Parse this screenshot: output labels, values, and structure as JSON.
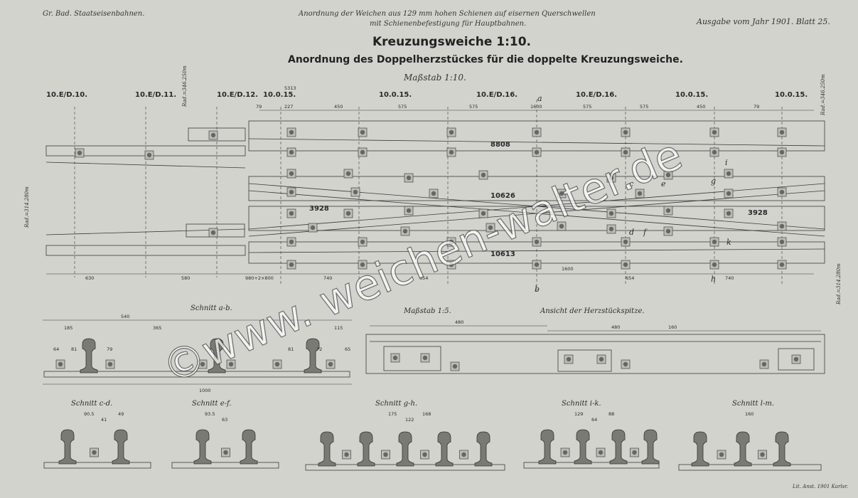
{
  "header": {
    "left": "Gr. Bad. Staatseisenbahnen.",
    "center_line1": "Anordnung der Weichen aus 129 mm hohen Schienen auf eisernen Querschwellen",
    "center_line2": "mit Schienenbefestigung für Hauptbahnen.",
    "right": "Ausgabe vom Jahr 1901. Blatt 25."
  },
  "title": "Kreuzungsweiche 1:10.",
  "subtitle": "Anordnung des Doppelherzstückes für die doppelte Kreuzungsweiche.",
  "scale_main": "Maßstab 1:10.",
  "sleeper_labels": [
    "10.E/D.10.",
    "10.E/D.11.",
    "10.E/D.12.",
    "10.0.15.",
    "10.0.15.",
    "10.E/D.16.",
    "10.E/D.16.",
    "10.0.15.",
    "10.0.15."
  ],
  "section_marks": [
    "a",
    "b",
    "c",
    "e",
    "d",
    "f",
    "g",
    "h",
    "i",
    "k"
  ],
  "part_numbers": [
    "8808",
    "3928",
    "10626",
    "10613",
    "3928"
  ],
  "dims_top": [
    "5313",
    "79",
    "227",
    "450",
    "575",
    "575",
    "1600",
    "575",
    "575",
    "450",
    "79"
  ],
  "dims_bottom": [
    "630",
    "580",
    "980+2×800",
    "740",
    "654",
    "654",
    "740",
    "1600"
  ],
  "radius_labels": [
    "Rad.=346.250m",
    "Rad.=346.250m",
    "Rad.=314.280m",
    "Rad.=314.280m"
  ],
  "schnitt_ab": {
    "title": "Schnitt a-b.",
    "dims": [
      "540",
      "185",
      "365",
      "115",
      "64",
      "81",
      "79",
      "81",
      "72",
      "65",
      "1000"
    ]
  },
  "herz": {
    "scale": "Maßstab 1:5.",
    "title": "Ansicht der Herzstückspitze.",
    "dims": [
      "480",
      "480",
      "160"
    ]
  },
  "sections": [
    {
      "title": "Schnitt c-d.",
      "dims": [
        "90.5",
        "41",
        "49"
      ]
    },
    {
      "title": "Schnitt e-f.",
      "dims": [
        "93.5",
        "63"
      ]
    },
    {
      "title": "Schnitt g-h.",
      "dims": [
        "175",
        "122",
        "168"
      ]
    },
    {
      "title": "Schnitt i-k.",
      "dims": [
        "129",
        "64",
        "88"
      ]
    },
    {
      "title": "Schnitt l-m.",
      "dims": [
        "160"
      ]
    }
  ],
  "footer": "Lit. Anst. 1901 Karlsr.",
  "watermark": "©www. weichen-walter.de",
  "colors": {
    "paper": "#d3d3cd",
    "ink": "#333333",
    "watermark": "#ffffff"
  }
}
